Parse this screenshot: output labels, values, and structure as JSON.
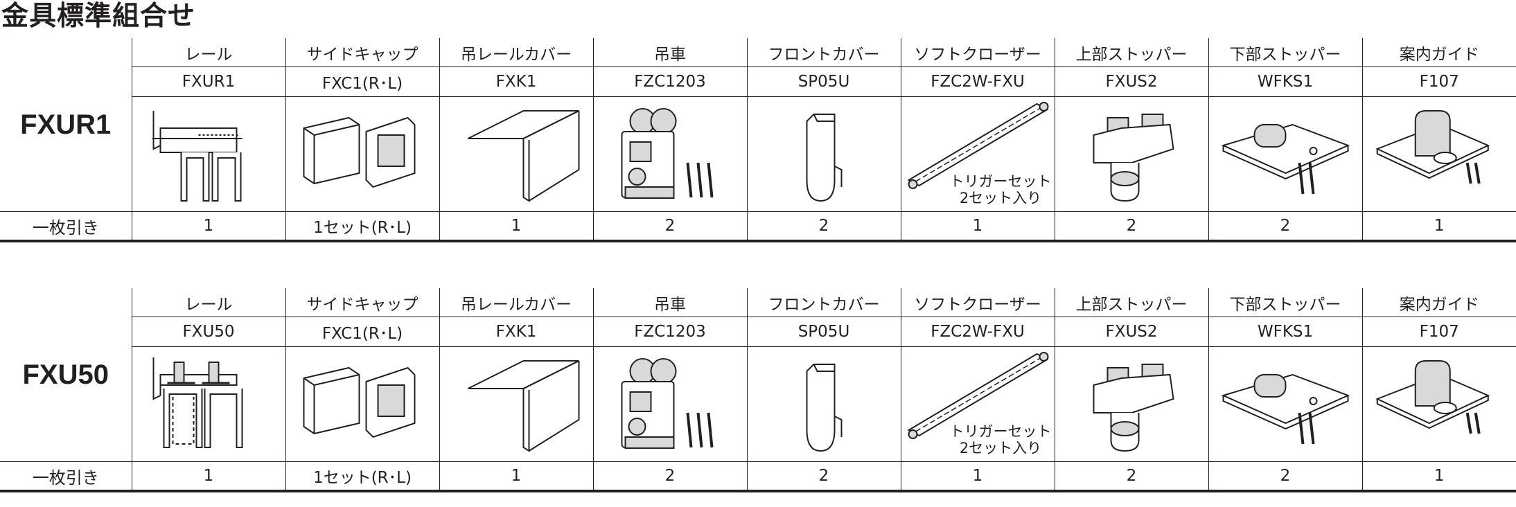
{
  "title": "金具標準組合せ",
  "row_label_qty": "一枚引き",
  "tables": [
    {
      "model": "FXUR1",
      "parts": [
        {
          "name": "レール",
          "code": "FXUR1",
          "qty": "1",
          "icon": "rail-fxur1-icon"
        },
        {
          "name": "サイドキャップ",
          "code": "FXC1(R･L)",
          "qty": "1セット(R･L)",
          "icon": "side-cap-icon"
        },
        {
          "name": "吊レールカバー",
          "code": "FXK1",
          "qty": "1",
          "icon": "rail-cover-icon"
        },
        {
          "name": "吊車",
          "code": "FZC1203",
          "qty": "2",
          "icon": "hanger-wheel-icon"
        },
        {
          "name": "フロントカバー",
          "code": "SP05U",
          "qty": "2",
          "icon": "front-cover-icon"
        },
        {
          "name": "ソフトクローザー",
          "code": "FZC2W-FXU",
          "qty": "1",
          "icon": "soft-closer-icon",
          "note": [
            "トリガーセット",
            "2セット入り"
          ]
        },
        {
          "name": "上部ストッパー",
          "code": "FXUS2",
          "qty": "2",
          "icon": "upper-stopper-icon"
        },
        {
          "name": "下部ストッパー",
          "code": "WFKS1",
          "qty": "2",
          "icon": "lower-stopper-icon"
        },
        {
          "name": "案内ガイド",
          "code": "F107",
          "qty": "1",
          "icon": "guide-icon"
        }
      ]
    },
    {
      "model": "FXU50",
      "parts": [
        {
          "name": "レール",
          "code": "FXU50",
          "qty": "1",
          "icon": "rail-fxu50-icon"
        },
        {
          "name": "サイドキャップ",
          "code": "FXC1(R･L)",
          "qty": "1セット(R･L)",
          "icon": "side-cap-icon"
        },
        {
          "name": "吊レールカバー",
          "code": "FXK1",
          "qty": "1",
          "icon": "rail-cover-icon"
        },
        {
          "name": "吊車",
          "code": "FZC1203",
          "qty": "2",
          "icon": "hanger-wheel-icon"
        },
        {
          "name": "フロントカバー",
          "code": "SP05U",
          "qty": "2",
          "icon": "front-cover-icon"
        },
        {
          "name": "ソフトクローザー",
          "code": "FZC2W-FXU",
          "qty": "1",
          "icon": "soft-closer-icon",
          "note": [
            "トリガーセット",
            "2セット入り"
          ]
        },
        {
          "name": "上部ストッパー",
          "code": "FXUS2",
          "qty": "2",
          "icon": "upper-stopper-icon"
        },
        {
          "name": "下部ストッパー",
          "code": "WFKS1",
          "qty": "2",
          "icon": "lower-stopper-icon"
        },
        {
          "name": "案内ガイド",
          "code": "F107",
          "qty": "1",
          "icon": "guide-icon"
        }
      ]
    }
  ]
}
